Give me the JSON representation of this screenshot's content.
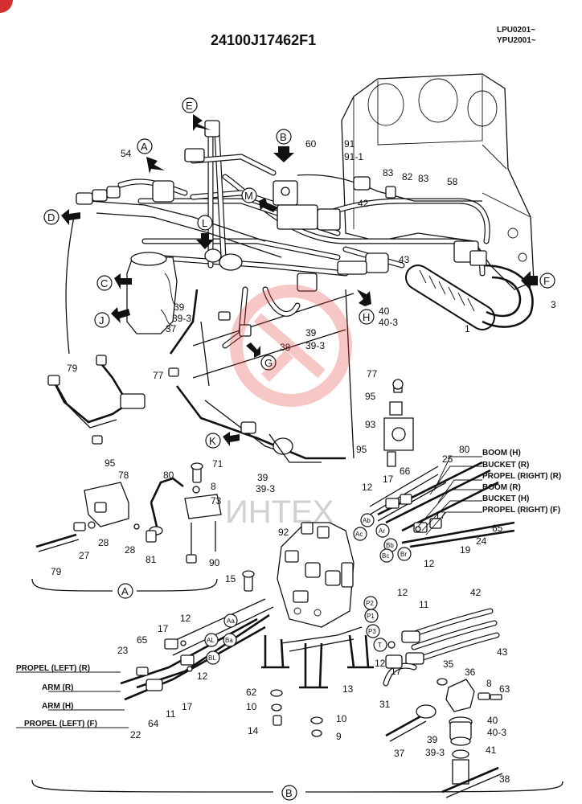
{
  "header": {
    "part_number": "24100J17462F1",
    "serial_1": "LPU0201~",
    "serial_2": "YPU2001~"
  },
  "watermark": {
    "text": "ИНТЕХ",
    "color": "#e53935"
  },
  "view_letters": [
    "A",
    "B",
    "C",
    "D",
    "E",
    "F",
    "G",
    "H",
    "J",
    "K",
    "L",
    "M"
  ],
  "section_labels": {
    "a": "A",
    "b": "B"
  },
  "port_labels": [
    "Ab",
    "Ar",
    "Ac",
    "Bb",
    "Bc",
    "Br",
    "Aa",
    "AL",
    "Ba",
    "BL",
    "P2",
    "P1",
    "P3",
    "T"
  ],
  "hose_captions": {
    "boom_h": "BOOM (H)",
    "bucket_r": "BUCKET (R)",
    "propel_right_r": "PROPEL (RIGHT) (R)",
    "boom_r": "BOOM (R)",
    "bucket_h": "BUCKET (H)",
    "propel_right_f": "PROPEL (RIGHT) (F)",
    "propel_left_r": "PROPEL (LEFT) (R)",
    "arm_r": "ARM (R)",
    "arm_h": "ARM (H)",
    "propel_left_f": "PROPEL (LEFT) (F)"
  },
  "callouts": {
    "n54": "54",
    "n60": "60",
    "n91": "91",
    "n91_1": "91-1",
    "n83a": "83",
    "n82": "82",
    "n83b": "83",
    "n58": "58",
    "n42a": "42",
    "n43a": "43",
    "n3": "3",
    "n1": "1",
    "n40a": "40",
    "n40_3a": "40-3",
    "n39a": "39",
    "n39_3a": "39-3",
    "n37a": "37",
    "n38a": "38",
    "n39b": "39",
    "n39_3b": "39-3",
    "n79a": "79",
    "n77a": "77",
    "n77b": "77",
    "n95a": "95",
    "n95b": "95",
    "n95c": "95",
    "n93": "93",
    "n39c": "39",
    "n39_3c": "39-3",
    "n80a": "80",
    "n25": "25",
    "n12a": "12",
    "n17a": "17",
    "n66": "66",
    "n17b": "17",
    "n65a": "65",
    "n19": "19",
    "n24": "24",
    "n12b": "12",
    "n71": "71",
    "n8a": "8",
    "n73": "73",
    "n80b": "80",
    "n78": "78",
    "n27": "27",
    "n28a": "28",
    "n28b": "28",
    "n81": "81",
    "n90": "90",
    "n79b": "79",
    "n92": "92",
    "n15": "15",
    "n12c": "12",
    "n11a": "11",
    "n42b": "42",
    "n43b": "43",
    "n17c": "17",
    "n12d": "12",
    "n65b": "65",
    "n23": "23",
    "n12e": "12",
    "n17d": "17",
    "n11b": "11",
    "n22": "22",
    "n64": "64",
    "n12f": "12",
    "n17e": "17",
    "n35": "35",
    "n36": "36",
    "n8b": "8",
    "n63": "63",
    "n13": "13",
    "n31": "31",
    "n62": "62",
    "n10a": "10",
    "n14": "14",
    "n10b": "10",
    "n9": "9",
    "n40b": "40",
    "n40_3b": "40-3",
    "n39d": "39",
    "n39_3d": "39-3",
    "n37b": "37",
    "n41": "41",
    "n38b": "38"
  }
}
